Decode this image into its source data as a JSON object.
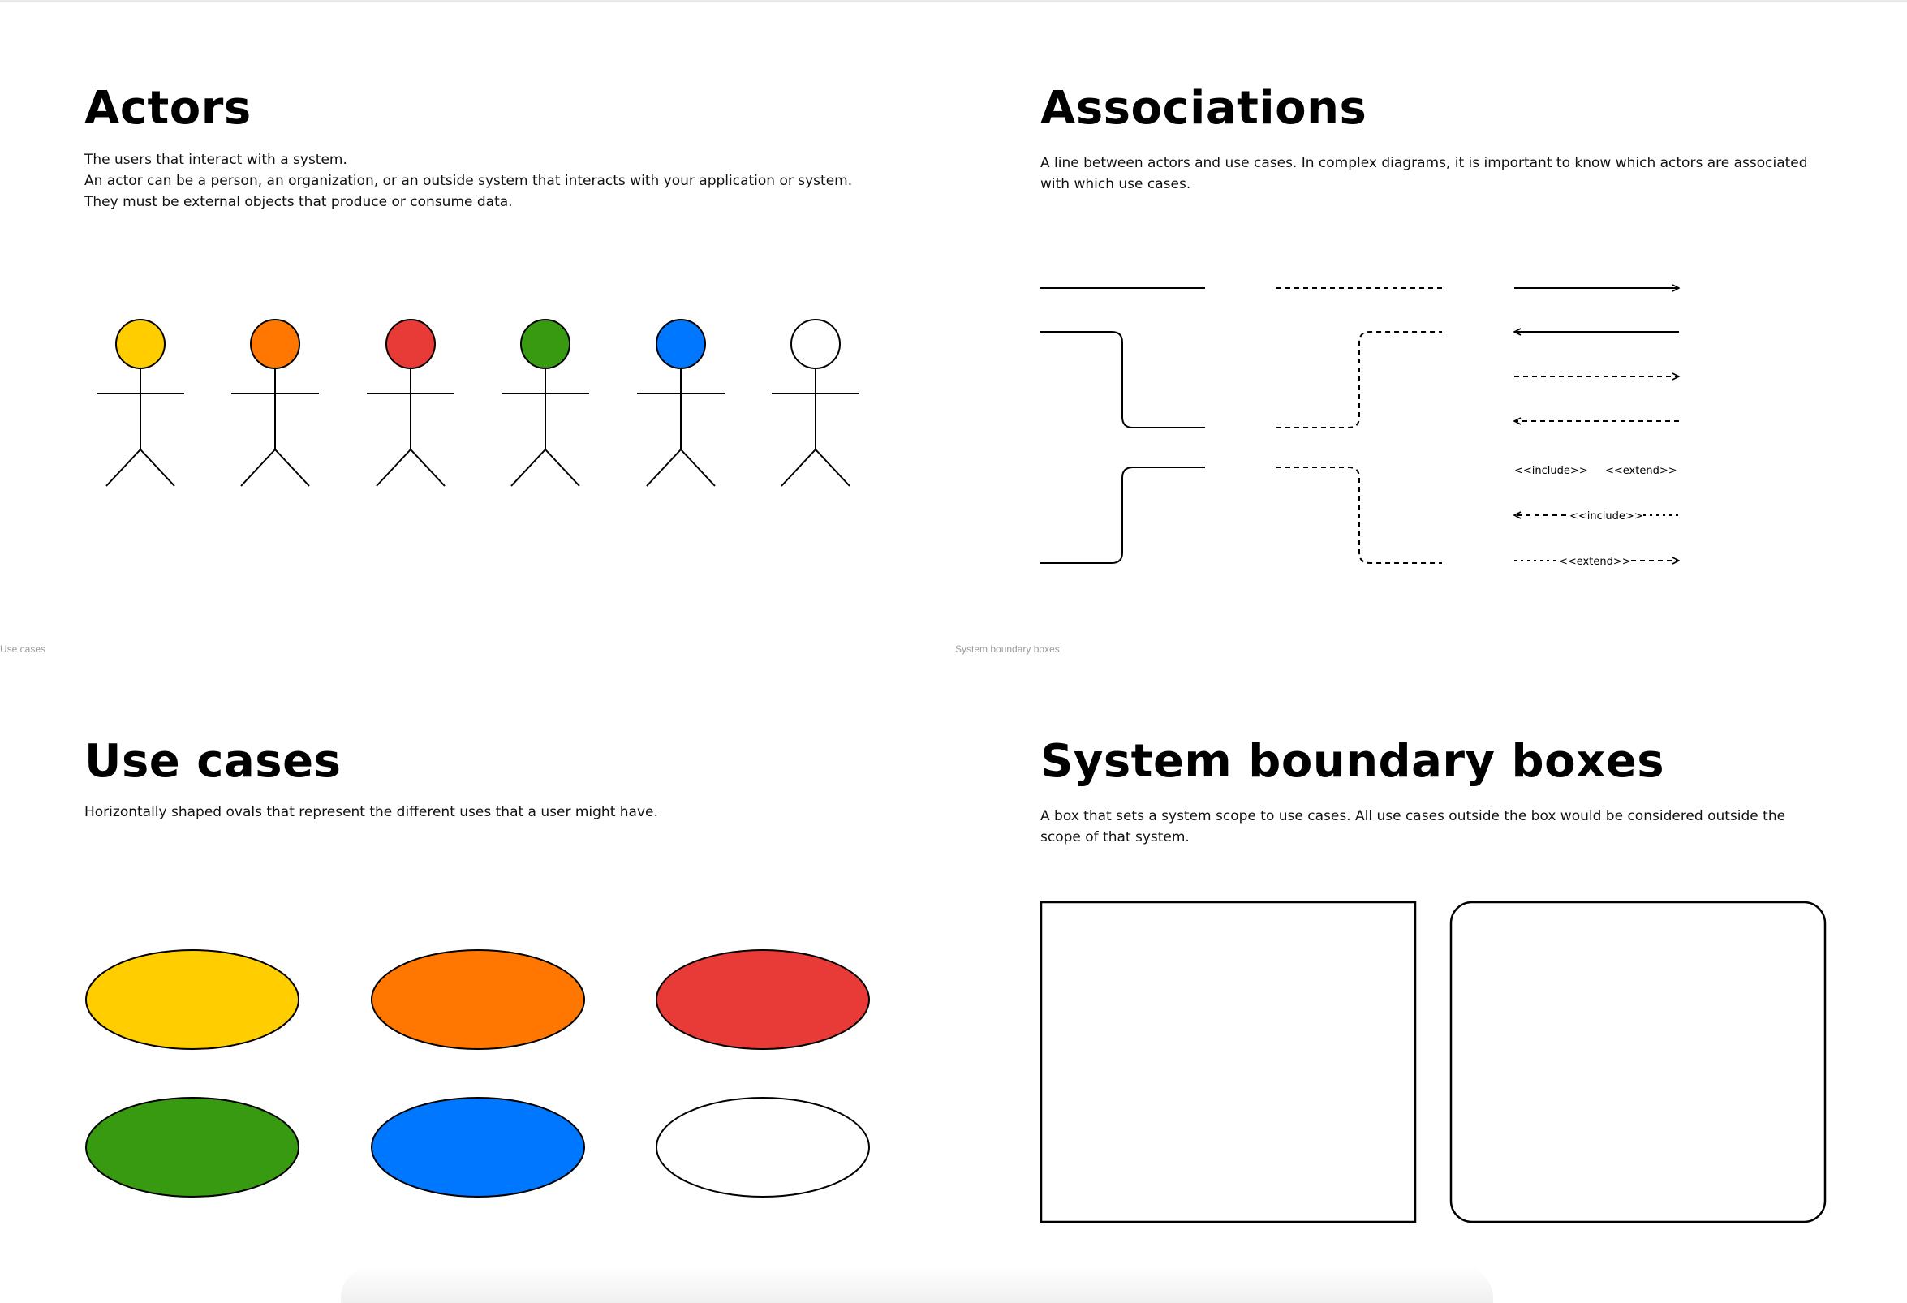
{
  "frame_labels": {
    "use_cases": "Use cases",
    "system_boundary_boxes": "System boundary boxes"
  },
  "actors": {
    "title": "Actors",
    "description": [
      "The users that interact with a system.",
      "An actor can be a person, an organization, or an outside system that interacts with your application or system.",
      "They must be external objects that produce or consume data."
    ],
    "colors": [
      "#FFCD00",
      "#FF7700",
      "#E83B38",
      "#379A11",
      "#0077FF",
      "#FFFFFF"
    ]
  },
  "associations": {
    "title": "Associations",
    "description": [
      "A line between actors and use cases. In complex diagrams, it is important to know which actors are associated",
      "with which use cases."
    ],
    "labels": {
      "include": "<<include>>",
      "extend": "<<extend>>"
    }
  },
  "use_cases": {
    "title": "Use cases",
    "description": [
      "Horizontally shaped ovals that represent the different uses that a user might have."
    ],
    "colors": [
      "#FFCD00",
      "#FF7700",
      "#E83B38",
      "#379A11",
      "#0077FF",
      "#FFFFFF"
    ]
  },
  "system_boundary_boxes": {
    "title": "System boundary boxes",
    "description": [
      "A box that sets a system scope to use cases. All use cases outside the box would be considered outside the",
      "scope of that system."
    ],
    "styles": [
      "square-corners",
      "rounded-corners"
    ]
  }
}
